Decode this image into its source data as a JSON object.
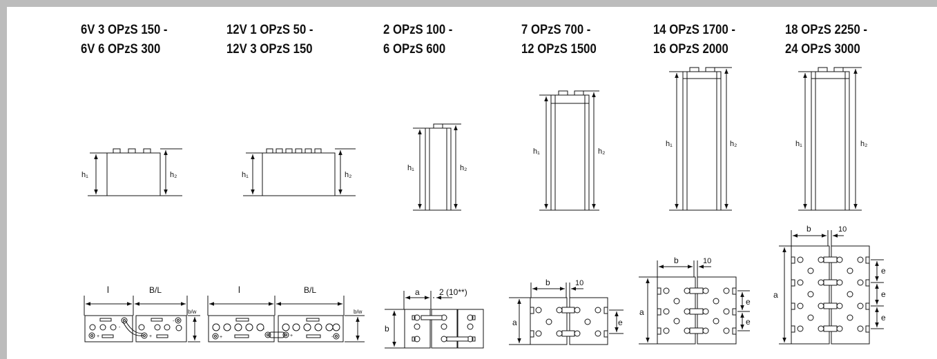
{
  "columns": [
    {
      "line1": "6V 3 OPzS 150 -",
      "line2": "6V 6 OPzS 300"
    },
    {
      "line1": "12V 1 OPzS 50 -",
      "line2": "12V 3 OPzS 150"
    },
    {
      "line1": "2 OPzS 100 -",
      "line2": "6 OPzS 600"
    },
    {
      "line1": "7 OPzS 700 -",
      "line2": "12 OPzS 1500"
    },
    {
      "line1": "14 OPzS 1700 -",
      "line2": "16 OPzS 2000"
    },
    {
      "line1": "18 OPzS 2250 -",
      "line2": "24 OPzS 3000"
    }
  ],
  "labels": {
    "h1": "h₁",
    "h2": "h₂",
    "l": "l",
    "bl": "B/L",
    "bw": "b/w",
    "a": "a",
    "b": "b",
    "e": "e",
    "ten": "10",
    "gap_note": "2 (10**)",
    "plus": "+",
    "minus": "-"
  }
}
